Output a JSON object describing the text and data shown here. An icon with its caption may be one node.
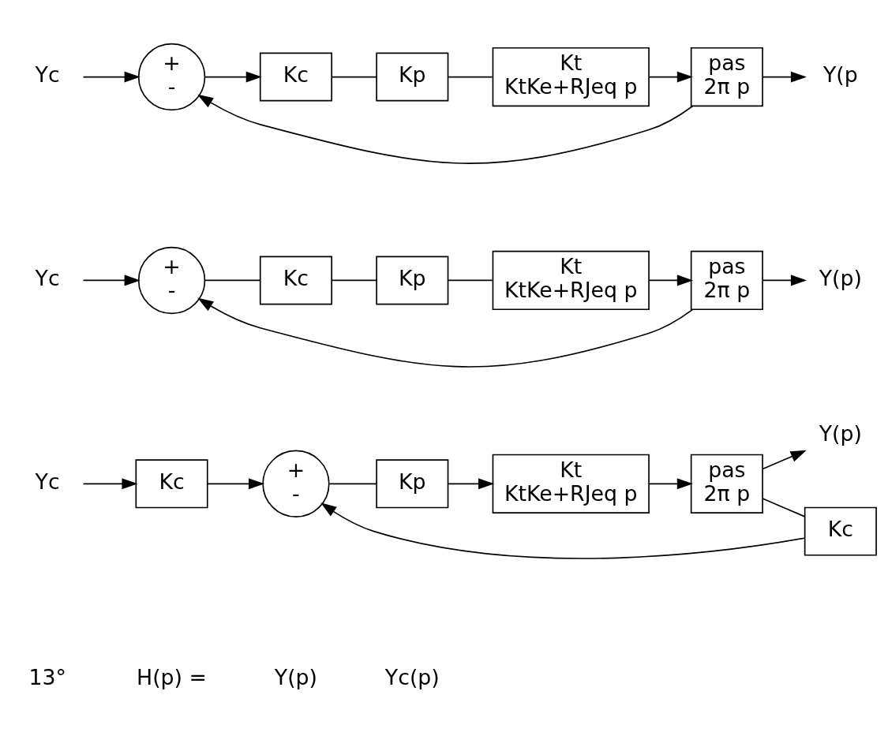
{
  "diagram": {
    "nodes": [
      {
        "text": [
          "Yc"
        ]
      },
      {
        "text": [
          "Kc"
        ]
      },
      {
        "text": [
          "+",
          "-"
        ]
      },
      {
        "text": [
          "Kp"
        ]
      },
      {
        "text": [
          "Kt",
          "KtKe+RJeq p"
        ]
      },
      {
        "text": [
          "pas",
          "2π p"
        ]
      },
      {
        "text": [
          "Y(p)"
        ]
      },
      {
        "text": [
          "Kc"
        ]
      },
      {
        "text": [
          "Yc"
        ]
      },
      {
        "text": [
          "+",
          "-"
        ]
      },
      {
        "text": [
          "Kc"
        ]
      },
      {
        "text": [
          "Kp"
        ]
      },
      {
        "text": [
          "Kt",
          "KtKe+RJeq p"
        ]
      },
      {
        "text": [
          "pas",
          "2π p"
        ]
      },
      {
        "text": [
          "Y(p)"
        ]
      },
      {
        "text": [
          "Yc"
        ]
      },
      {
        "text": [
          "+",
          "-"
        ]
      },
      {
        "text": [
          "Kc"
        ]
      },
      {
        "text": [
          "Kp"
        ]
      },
      {
        "text": [
          "Kt",
          "KtKe+RJeq p"
        ]
      },
      {
        "text": [
          "pas",
          "2π p"
        ]
      },
      {
        "text": [
          "Y(p"
        ]
      }
    ],
    "edges": [
      {
        "from": 0,
        "to": 1,
        "arrow": "to"
      },
      {
        "from": 1,
        "to": 2,
        "arrow": "to"
      },
      {
        "from": 2,
        "to": 3,
        "arrow": "none"
      },
      {
        "from": 3,
        "to": 4,
        "arrow": "to"
      },
      {
        "from": 4,
        "to": 5,
        "arrow": "to"
      },
      {
        "from": 5,
        "to": 6,
        "arrow": "to"
      },
      {
        "from": 5,
        "to": 7,
        "arrow": "none"
      },
      {
        "from": 7,
        "to": 2,
        "arrow": "to"
      },
      {
        "from": 8,
        "to": 9,
        "arrow": "to"
      },
      {
        "from": 9,
        "to": 10,
        "arrow": "none"
      },
      {
        "from": 10,
        "to": 11,
        "arrow": "none"
      },
      {
        "from": 11,
        "to": 12,
        "arrow": "none"
      },
      {
        "from": 12,
        "to": 13,
        "arrow": "to"
      },
      {
        "from": 13,
        "to": 14,
        "arrow": "to"
      },
      {
        "from": 13,
        "to": 9,
        "arrow": "to"
      },
      {
        "from": 15,
        "to": 16,
        "arrow": "to"
      },
      {
        "from": 16,
        "to": 17,
        "arrow": "to"
      },
      {
        "from": 17,
        "to": 18,
        "arrow": "none"
      },
      {
        "from": 18,
        "to": 19,
        "arrow": "none"
      },
      {
        "from": 19,
        "to": 20,
        "arrow": "to"
      },
      {
        "from": 20,
        "to": 21,
        "arrow": "to"
      },
      {
        "from": 20,
        "to": 16,
        "arrow": "to"
      }
    ],
    "labels": [
      "13°",
      "H(p) =",
      "Y(p)",
      "Yc(p)"
    ]
  }
}
